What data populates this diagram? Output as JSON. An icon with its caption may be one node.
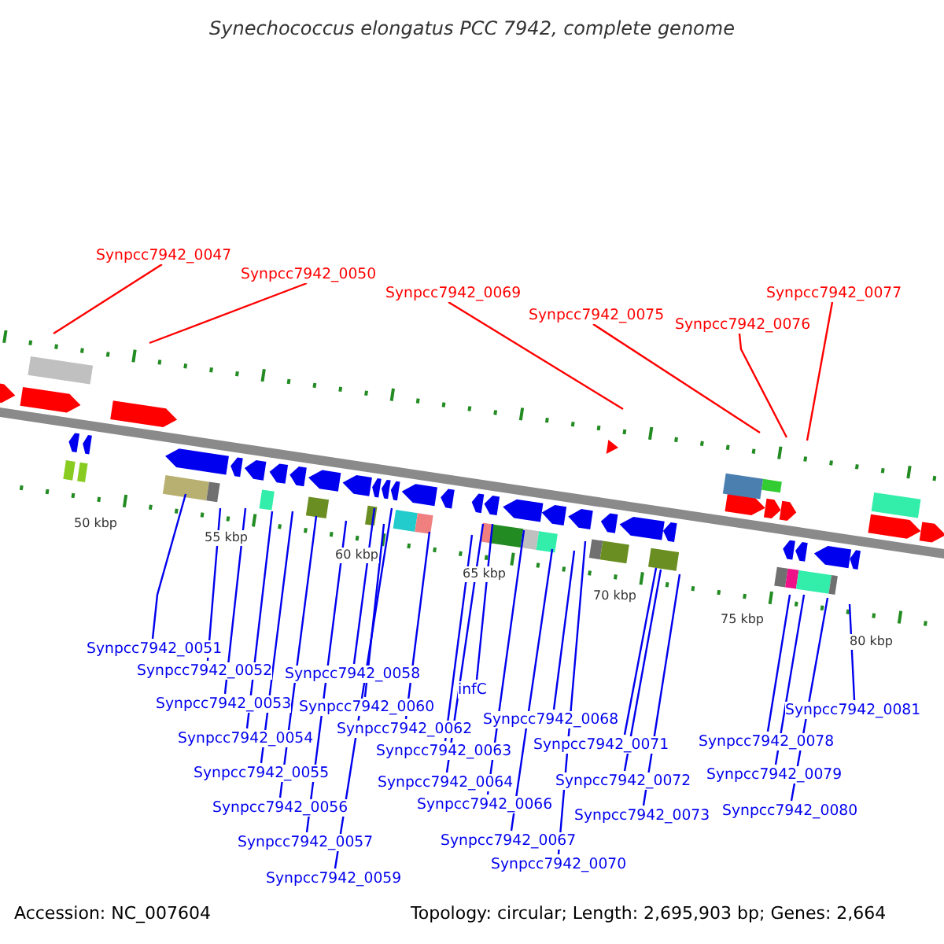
{
  "diagram": {
    "title": "Synechococcus elongatus PCC 7942, complete genome",
    "nodes": [
      {
        "text": [
          "Synpcc7942_0047"
        ]
      },
      {
        "text": [
          "Synpcc7942_0050"
        ]
      },
      {
        "text": [
          "Synpcc7942_0069"
        ]
      },
      {
        "text": [
          "Synpcc7942_0075"
        ]
      },
      {
        "text": [
          "Synpcc7942_0076"
        ]
      },
      {
        "text": [
          "Synpcc7942_0077"
        ]
      },
      {
        "text": [
          "Synpcc7942_0051"
        ]
      },
      {
        "text": [
          "Synpcc7942_0052"
        ]
      },
      {
        "text": [
          "Synpcc7942_0053"
        ]
      },
      {
        "text": [
          "Synpcc7942_0054"
        ]
      },
      {
        "text": [
          "Synpcc7942_0055"
        ]
      },
      {
        "text": [
          "Synpcc7942_0056"
        ]
      },
      {
        "text": [
          "Synpcc7942_0057"
        ]
      },
      {
        "text": [
          "Synpcc7942_0058"
        ]
      },
      {
        "text": [
          "Synpcc7942_0059"
        ]
      },
      {
        "text": [
          "Synpcc7942_0060"
        ]
      },
      {
        "text": [
          "Synpcc7942_0062"
        ]
      },
      {
        "text": [
          "Synpcc7942_0063"
        ]
      },
      {
        "text": [
          "Synpcc7942_0064"
        ]
      },
      {
        "text": [
          "infC"
        ]
      },
      {
        "text": [
          "Synpcc7942_0066"
        ]
      },
      {
        "text": [
          "Synpcc7942_0067"
        ]
      },
      {
        "text": [
          "Synpcc7942_0068"
        ]
      },
      {
        "text": [
          "Synpcc7942_0070"
        ]
      },
      {
        "text": [
          "Synpcc7942_0071"
        ]
      },
      {
        "text": [
          "Synpcc7942_0072"
        ]
      },
      {
        "text": [
          "Synpcc7942_0073"
        ]
      },
      {
        "text": [
          "Synpcc7942_0078"
        ]
      },
      {
        "text": [
          "Synpcc7942_0079"
        ]
      },
      {
        "text": [
          "Synpcc7942_0080"
        ]
      },
      {
        "text": [
          "Synpcc7942_0081"
        ]
      }
    ],
    "edges": [
      {
        "from": 0,
        "to": null,
        "arrow": "none",
        "color": "#ff0000"
      },
      {
        "from": 1,
        "to": null,
        "arrow": "none",
        "color": "#ff0000"
      },
      {
        "from": 2,
        "to": null,
        "arrow": "none",
        "color": "#ff0000"
      },
      {
        "from": 3,
        "to": null,
        "arrow": "none",
        "color": "#ff0000"
      },
      {
        "from": 4,
        "to": null,
        "arrow": "none",
        "color": "#ff0000"
      },
      {
        "from": 5,
        "to": null,
        "arrow": "none",
        "color": "#ff0000"
      },
      {
        "from": 6,
        "to": null,
        "arrow": "none"
      },
      {
        "from": 7,
        "to": null,
        "arrow": "none"
      },
      {
        "from": 8,
        "to": null,
        "arrow": "none"
      },
      {
        "from": 9,
        "to": null,
        "arrow": "none"
      },
      {
        "from": 10,
        "to": null,
        "arrow": "none"
      },
      {
        "from": 11,
        "to": null,
        "arrow": "none"
      },
      {
        "from": 12,
        "to": null,
        "arrow": "none"
      },
      {
        "from": 13,
        "to": null,
        "arrow": "none"
      },
      {
        "from": 14,
        "to": null,
        "arrow": "none"
      },
      {
        "from": 15,
        "to": null,
        "arrow": "none"
      },
      {
        "from": 16,
        "to": null,
        "arrow": "none"
      },
      {
        "from": 17,
        "to": null,
        "arrow": "none"
      },
      {
        "from": 18,
        "to": null,
        "arrow": "none"
      },
      {
        "from": 19,
        "to": null,
        "arrow": "none"
      },
      {
        "from": 20,
        "to": null,
        "arrow": "none"
      },
      {
        "from": 21,
        "to": null,
        "arrow": "none"
      },
      {
        "from": 22,
        "to": null,
        "arrow": "none"
      },
      {
        "from": 23,
        "to": null,
        "arrow": "none"
      },
      {
        "from": 24,
        "to": null,
        "arrow": "none"
      },
      {
        "from": 25,
        "to": null,
        "arrow": "none"
      },
      {
        "from": 26,
        "to": null,
        "arrow": "none"
      },
      {
        "from": 27,
        "to": null,
        "arrow": "none"
      },
      {
        "from": 28,
        "to": null,
        "arrow": "none"
      },
      {
        "from": 29,
        "to": null,
        "arrow": "none"
      },
      {
        "from": 30,
        "to": null,
        "arrow": "none"
      }
    ],
    "labels": [
      "50 kbp",
      "55 kbp",
      "60 kbp",
      "65 kbp",
      "70 kbp",
      "75 kbp",
      "80 kbp",
      "Accession: NC_007604",
      "Topology: circular; Length: 2,695,903 bp; Genes: 2,664"
    ]
  }
}
